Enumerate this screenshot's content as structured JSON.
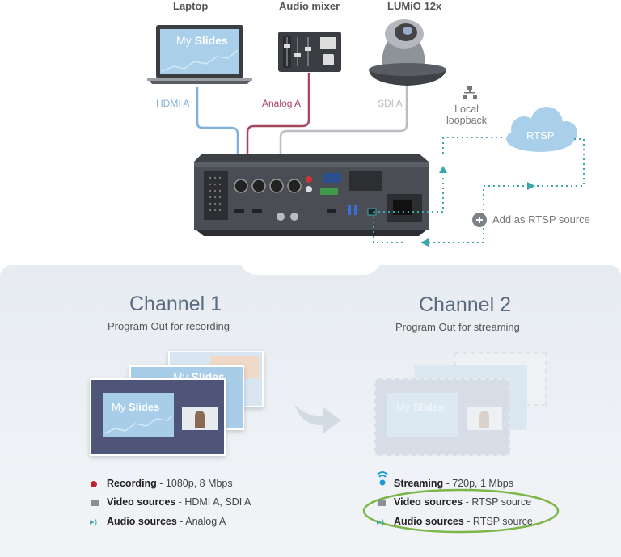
{
  "devices": {
    "laptop": "Laptop",
    "mixer": "Audio mixer",
    "camera": "LUMiO 12x",
    "laptop_screen_text_a": "My",
    "laptop_screen_text_b": "Slides"
  },
  "connections": {
    "hdmi": "HDMI A",
    "analog": "Analog A",
    "sdi": "SDI A",
    "local_line1": "Local",
    "local_line2": "loopback",
    "rtsp": "RTSP",
    "add_rtsp": "Add as RTSP source"
  },
  "channel1": {
    "title": "Channel 1",
    "subtitle": "Program Out for recording",
    "card_text_a": "My",
    "card_text_b": "Slides",
    "back_card_text_a": "My",
    "back_card_text_b": "Slides",
    "items": [
      {
        "label": "Recording",
        "value": " - 1080p, 8 Mbps"
      },
      {
        "label": "Video sources",
        "value": " - HDMI A, SDI A"
      },
      {
        "label": "Audio sources",
        "value": " - Analog A"
      }
    ]
  },
  "channel2": {
    "title": "Channel 2",
    "subtitle": "Program Out for streaming",
    "card_text_a": "My",
    "card_text_b": "Slides",
    "items": [
      {
        "label": "Streaming",
        "value": " - 720p, 1 Mbps"
      },
      {
        "label": "Video sources",
        "value": " - RTSP source"
      },
      {
        "label": "Audio sources",
        "value": " - RTSP source"
      }
    ]
  },
  "colors": {
    "hdmi": "#7eb0dc",
    "analog": "#a8455e",
    "sdi": "#b9bec5",
    "rtsp": "#3aa8a8",
    "card_dark": "#4f5578",
    "card_light": "#a7cde8",
    "recording_dot": "#c0242b",
    "streaming": "#1b9ad6",
    "highlight": "#7ab648"
  }
}
